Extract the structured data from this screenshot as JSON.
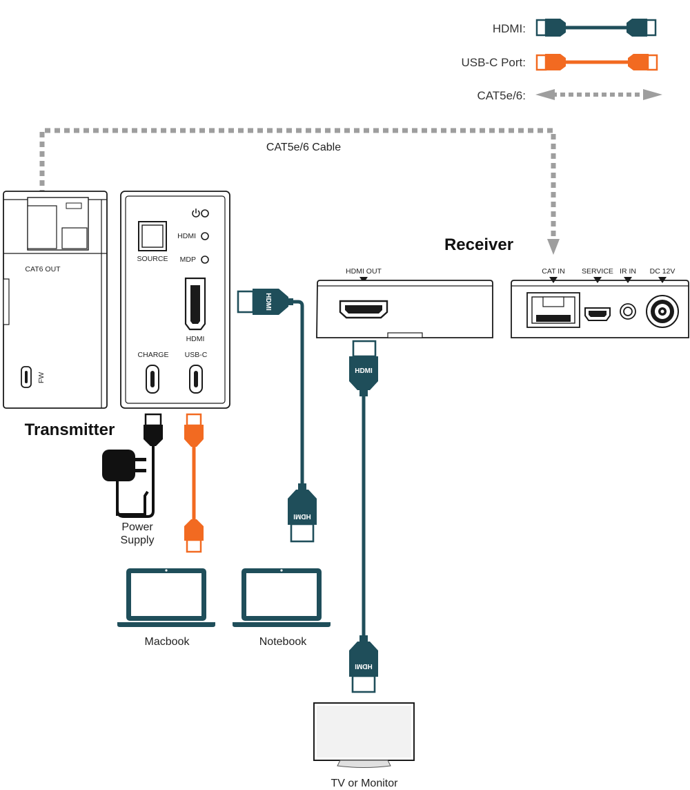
{
  "legend": {
    "hdmi": "HDMI:",
    "usbc": "USB-C Port:",
    "cat": "CAT5e/6:"
  },
  "cable_label": "CAT5e/6 Cable",
  "transmitter": {
    "title": "Transmitter",
    "cat6_out": "CAT6 OUT",
    "fw": "FW",
    "source": "SOURCE",
    "led_hdmi": "HDMI",
    "led_mdp": "MDP",
    "hdmi_port": "HDMI",
    "charge": "CHARGE",
    "usbc": "USB-C"
  },
  "receiver": {
    "title": "Receiver",
    "hdmi_out": "HDMI OUT",
    "cat_in": "CAT IN",
    "service": "SERVICE",
    "ir_in": "IR IN",
    "dc": "DC 12V"
  },
  "devices": {
    "power_line1": "Power",
    "power_line2": "Supply",
    "macbook": "Macbook",
    "notebook": "Notebook",
    "tv": "TV or Monitor"
  },
  "plug_text": "HDMI",
  "colors": {
    "hdmi_cable": "#1f4e5a",
    "usbc_cable": "#f26a21",
    "cat_cable": "#9e9e9e",
    "outline": "#1a1a1a"
  }
}
